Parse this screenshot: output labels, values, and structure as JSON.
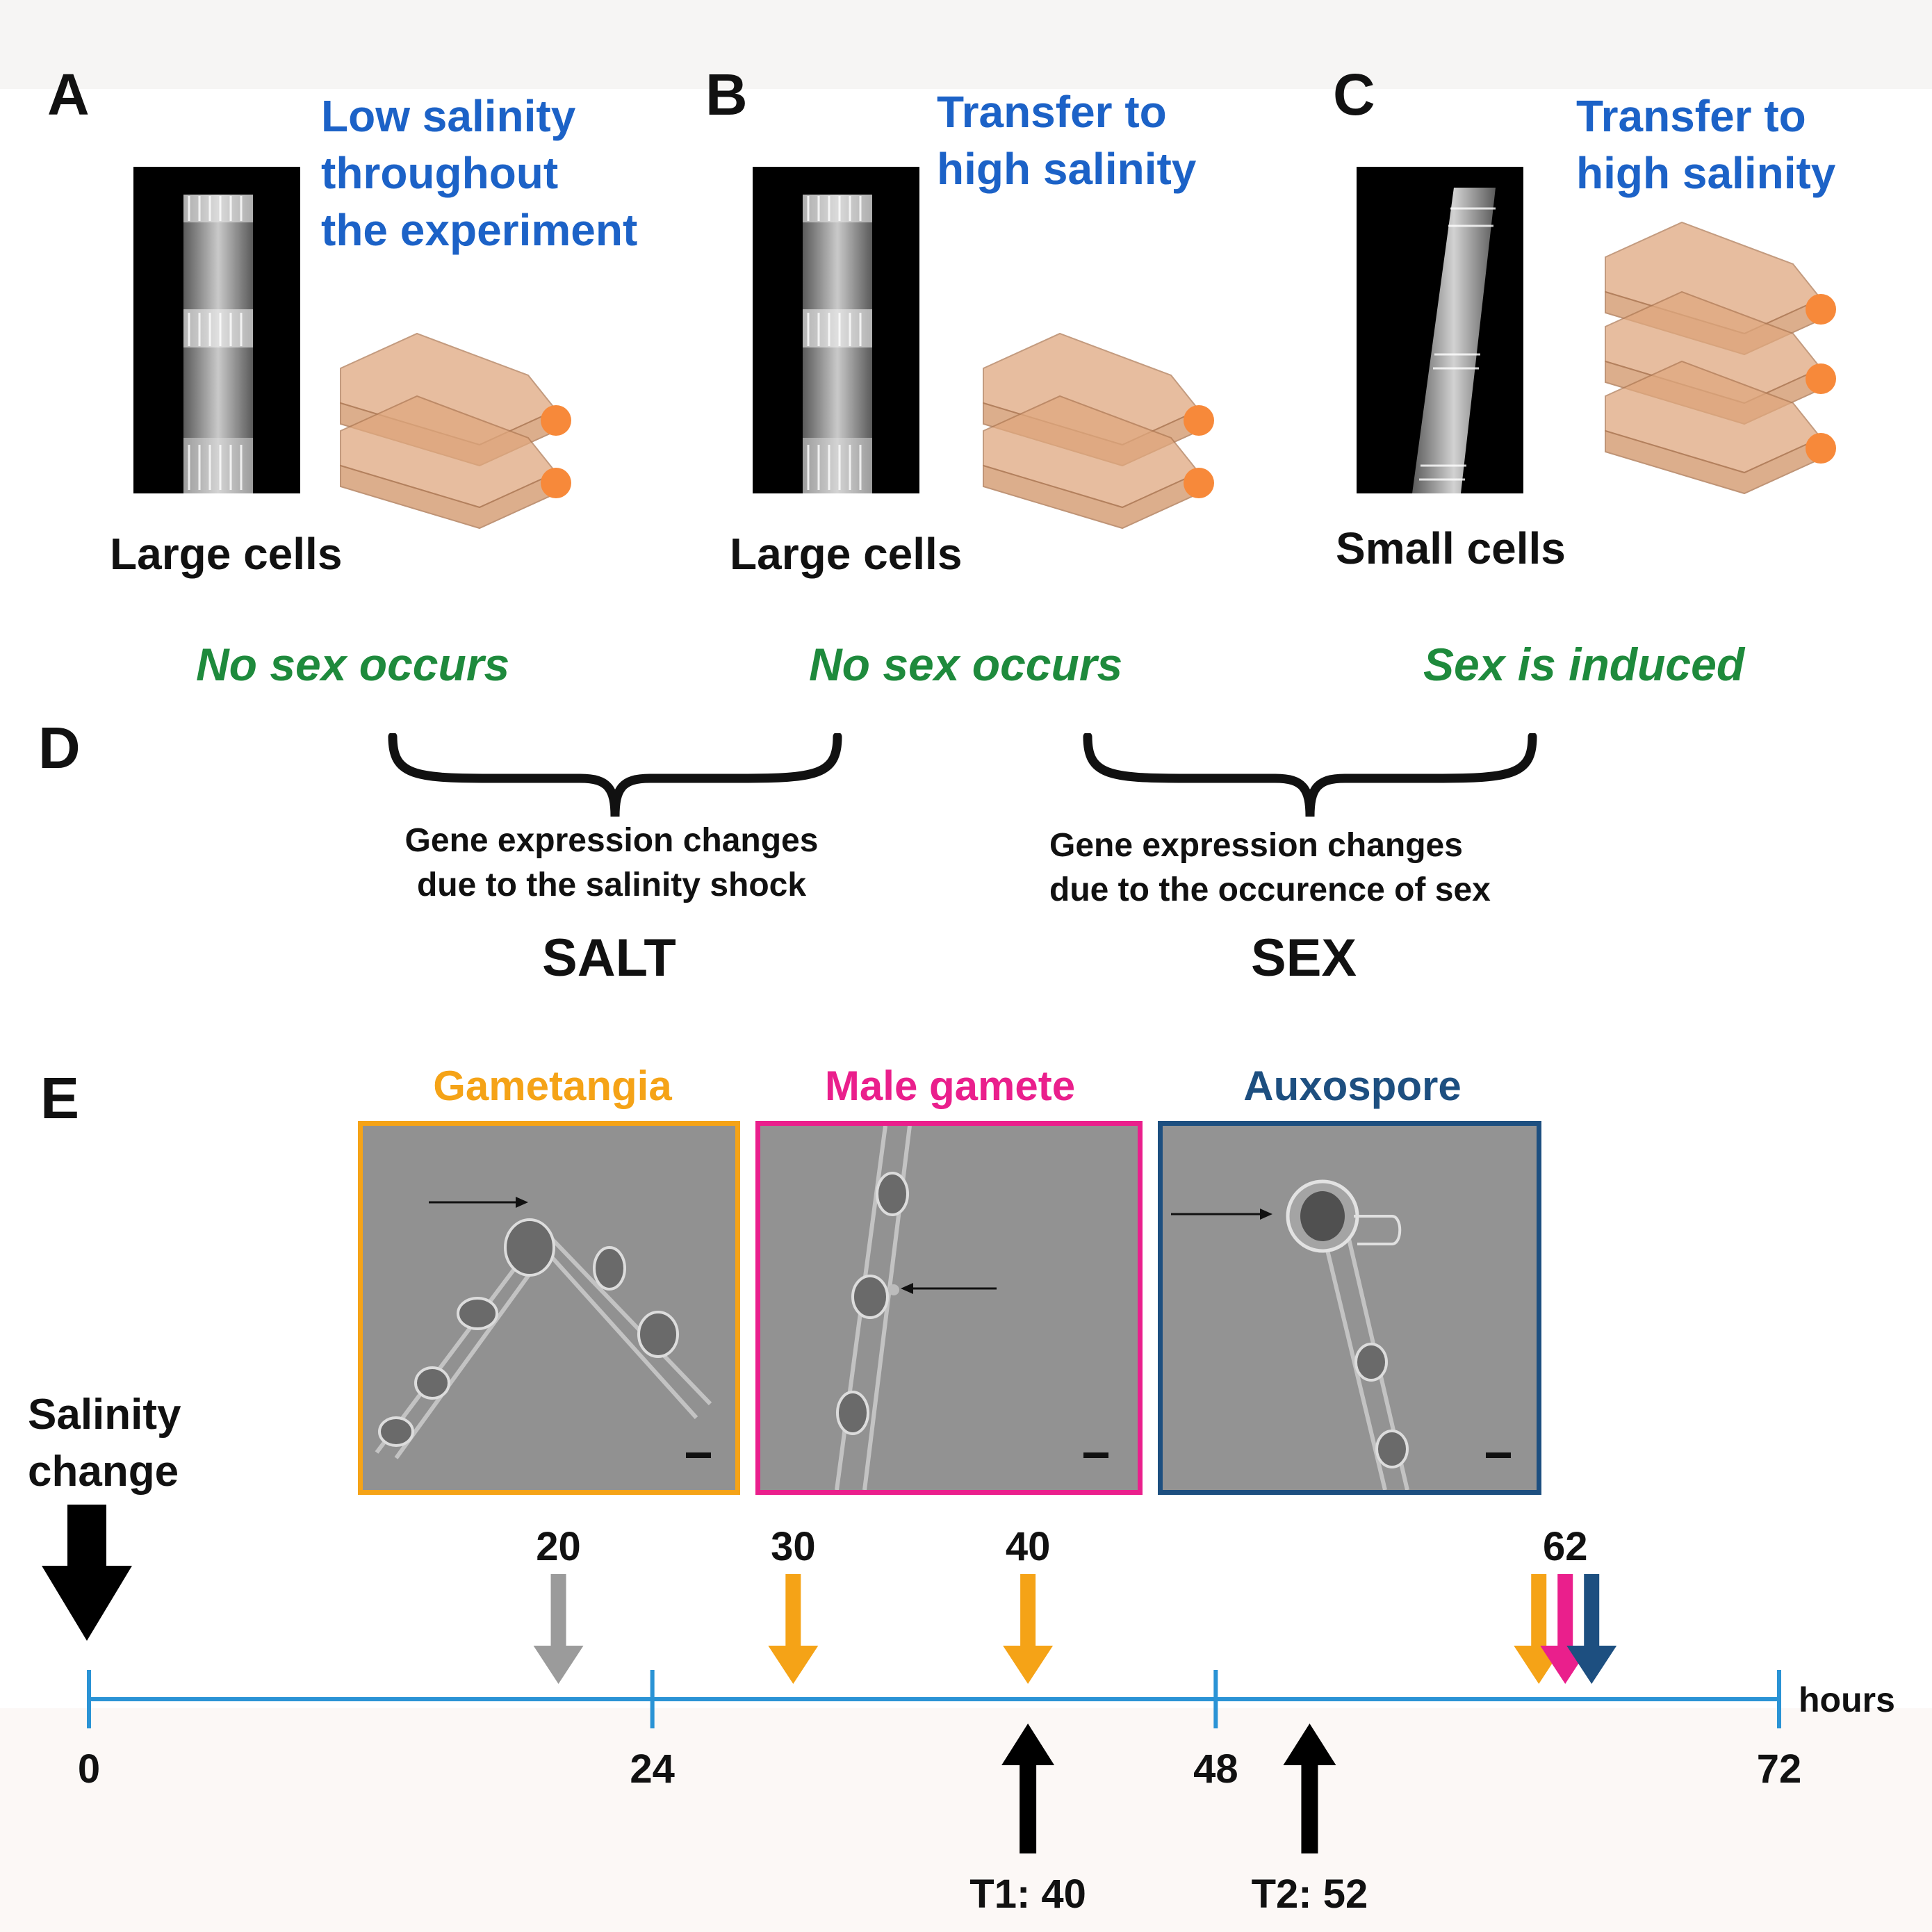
{
  "panel_a": {
    "letter": "A",
    "title_lines": [
      "Low salinity",
      "throughout",
      "the experiment"
    ],
    "cells_label": "Large cells",
    "outcome": "No sex occurs",
    "flasks": 2
  },
  "panel_b": {
    "letter": "B",
    "title_lines": [
      "Transfer to",
      "high salinity"
    ],
    "cells_label": "Large cells",
    "outcome": "No sex occurs",
    "flasks": 2
  },
  "panel_c": {
    "letter": "C",
    "title_lines": [
      "Transfer to",
      "high salinity"
    ],
    "cells_label": "Small cells",
    "outcome": "Sex is induced",
    "flasks": 3
  },
  "panel_d": {
    "letter": "D",
    "salt": {
      "lines": [
        "Gene expression changes",
        "due to the salinity shock"
      ],
      "label": "SALT"
    },
    "sex": {
      "lines": [
        "Gene expression changes",
        "due to the occurence of sex"
      ],
      "label": "SEX"
    }
  },
  "panel_e": {
    "letter": "E",
    "photos": [
      {
        "title": "Gametangia",
        "color": "#f5a317"
      },
      {
        "title": "Male gamete",
        "color": "#ea1f8c"
      },
      {
        "title": "Auxospore",
        "color": "#1d4f80"
      }
    ],
    "salinity_lines": [
      "Salinity",
      "change"
    ],
    "timeline": {
      "ticks": [
        0,
        24,
        48,
        72
      ],
      "unit": "hours",
      "axis_color": "#2a93d5",
      "down_arrows": [
        {
          "hour": 20,
          "label": "20",
          "color": "#9b9b9b"
        },
        {
          "hour": 30,
          "label": "30",
          "color": "#f5a317"
        },
        {
          "hour": 40,
          "label": "40",
          "color": "#f5a317"
        },
        {
          "hour": 62,
          "label": "62",
          "colors": [
            "#f5a317",
            "#ea1f8c",
            "#1d4f80"
          ]
        }
      ],
      "up_arrows": [
        {
          "hour": 40,
          "label": "T1: 40"
        },
        {
          "hour": 52,
          "label": "T2: 52"
        }
      ]
    }
  }
}
